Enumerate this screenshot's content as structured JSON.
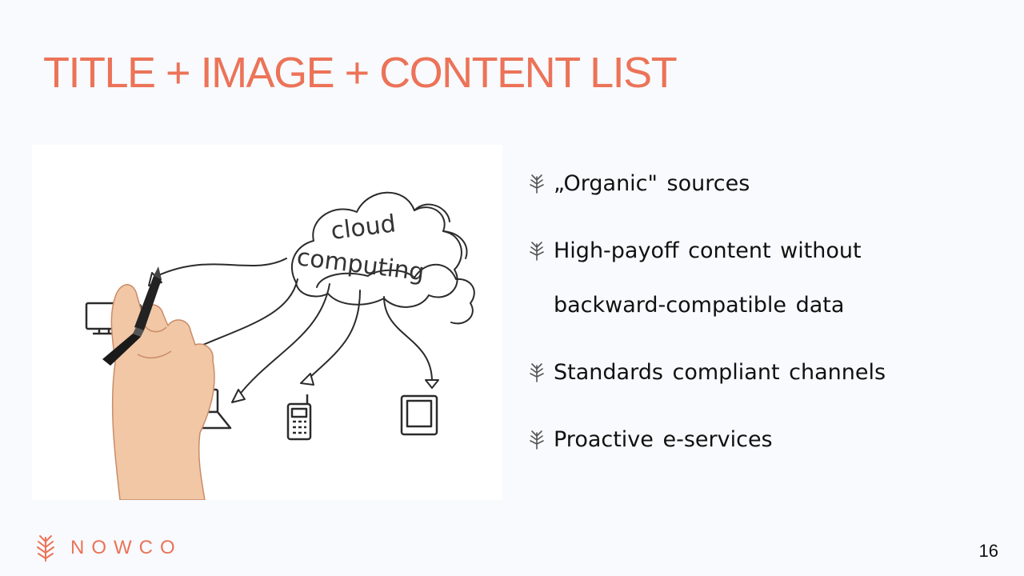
{
  "slide": {
    "title": "TITLE + IMAGE + CONTENT LIST",
    "page_number": "16",
    "accent_color": "#ec7358"
  },
  "illustration": {
    "cloud_text_line1": "cloud",
    "cloud_text_line2": "computing",
    "icon": "hand-drawing-cloud-computing"
  },
  "bullets": [
    {
      "text": "„Organic\" sources",
      "icon": "leaf-sprig-icon"
    },
    {
      "text": "High-payoff content without backward-compatible data",
      "icon": "leaf-sprig-icon"
    },
    {
      "text": "Standards compliant channels",
      "icon": "leaf-sprig-icon"
    },
    {
      "text": "Proactive e-services",
      "icon": "leaf-sprig-icon"
    }
  ],
  "footer": {
    "logo_text": "NOWCO",
    "logo_icon": "nowco-wheat-icon"
  }
}
